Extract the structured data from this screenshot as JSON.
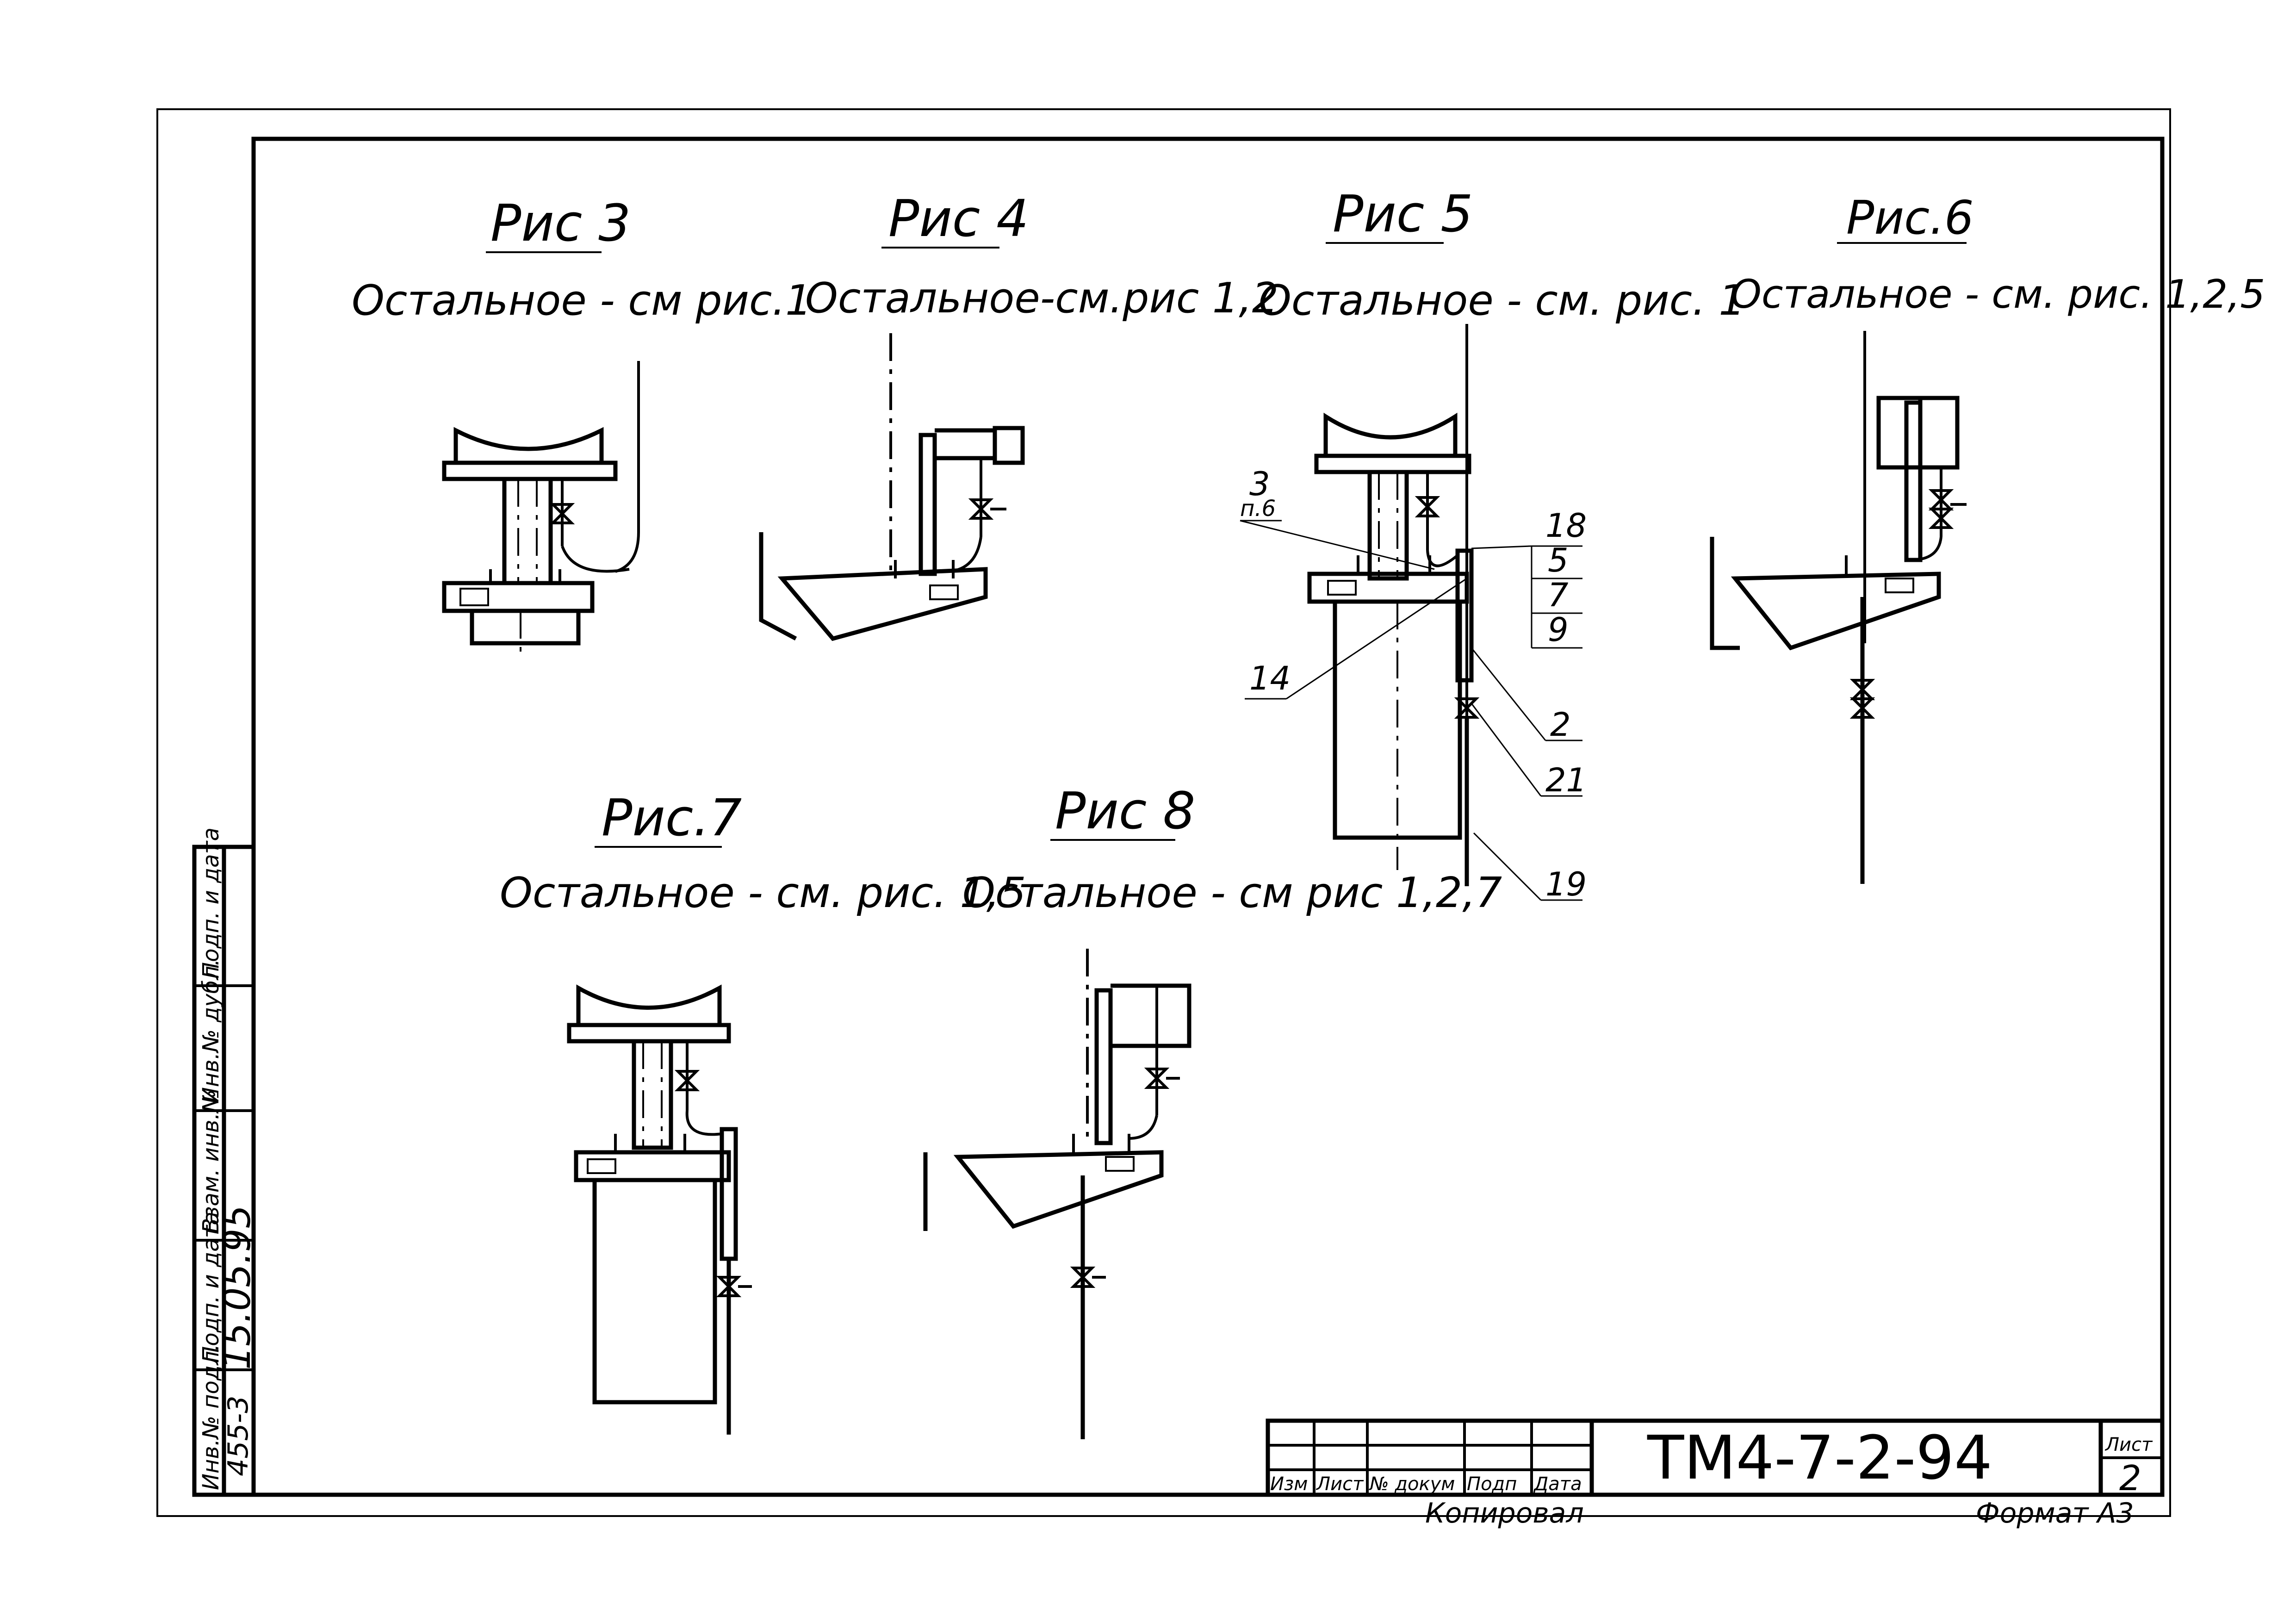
{
  "figures": [
    {
      "title": "Рис 3",
      "note": "Остальное - см рис.1"
    },
    {
      "title": "Рис 4",
      "note": "Остальное-см.рис 1,2"
    },
    {
      "title": "Рис 5",
      "note": "Остальное - см. рис. 1"
    },
    {
      "title": "Рис.6",
      "note": "Остальное - см. рис. 1,2,5"
    },
    {
      "title": "Рис.7",
      "note": "Остальное - см. рис. 1,5"
    },
    {
      "title": "Рис 8",
      "note": "Остальное - см рис 1,2,7"
    }
  ],
  "callouts": {
    "fig5": [
      "3",
      "п.6",
      "18",
      "5",
      "7",
      "9",
      "14",
      "2",
      "21",
      "19"
    ]
  },
  "title_block": {
    "doc_code": "ТМ4-7-2-94",
    "sheet_label": "Лист",
    "sheet_number": "2",
    "cols": [
      "Изм",
      "Лист",
      "№ докум",
      "Подп",
      "Дата"
    ],
    "copied": "Копировал",
    "format": "Формат А3"
  },
  "side_stamp": {
    "cols": [
      "Инв.№ подл.",
      "Подп. и дата",
      "Взам. инв.№",
      "Инв.№ дубл.",
      "Подп. и дата"
    ],
    "inv_number": "455-3",
    "date": "15.05.95"
  }
}
